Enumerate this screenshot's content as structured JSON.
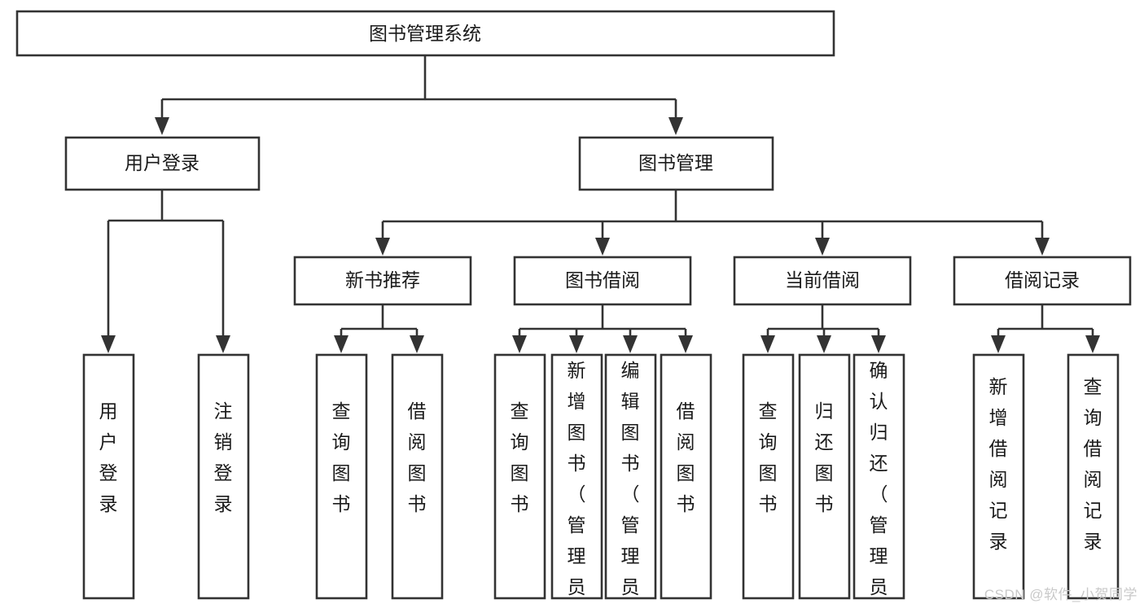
{
  "diagram": {
    "title": "图书管理系统",
    "type": "tree",
    "orientation": "top-down",
    "watermark": "CSDN @软件_小贺同学",
    "colors": {
      "background": "#ffffff",
      "stroke": "#333333",
      "box_fill": "#ffffff",
      "text": "#1a1a1a",
      "watermark": "#c9c9c9"
    },
    "nodes": {
      "root": {
        "label": "图书管理系统",
        "level": 1,
        "orientation": "horizontal"
      },
      "level2": [
        {
          "id": "user-login",
          "label": "用户登录",
          "orientation": "horizontal"
        },
        {
          "id": "book-manage",
          "label": "图书管理",
          "orientation": "horizontal"
        }
      ],
      "level3": [
        {
          "id": "new-book-rec",
          "label": "新书推荐",
          "orientation": "horizontal"
        },
        {
          "id": "book-borrow",
          "label": "图书借阅",
          "orientation": "horizontal"
        },
        {
          "id": "current-borrow",
          "label": "当前借阅",
          "orientation": "horizontal"
        },
        {
          "id": "borrow-record",
          "label": "借阅记录",
          "orientation": "horizontal"
        }
      ],
      "leaves": [
        {
          "id": "leaf-user-login",
          "label": "用户登录",
          "parent": "user-login",
          "orientation": "vertical"
        },
        {
          "id": "leaf-logout-login",
          "label": "注销登录",
          "parent": "user-login",
          "orientation": "vertical"
        },
        {
          "id": "leaf-query-book-1",
          "label": "查询图书",
          "parent": "new-book-rec",
          "orientation": "vertical"
        },
        {
          "id": "leaf-borrow-book-1",
          "label": "借阅图书",
          "parent": "new-book-rec",
          "orientation": "vertical"
        },
        {
          "id": "leaf-query-book-2",
          "label": "查询图书",
          "parent": "book-borrow",
          "orientation": "vertical"
        },
        {
          "id": "leaf-add-book",
          "label": "新增图书（管理员）",
          "parent": "book-borrow",
          "orientation": "vertical"
        },
        {
          "id": "leaf-edit-book",
          "label": "编辑图书（管理员）",
          "parent": "book-borrow",
          "orientation": "vertical"
        },
        {
          "id": "leaf-borrow-book-2",
          "label": "借阅图书",
          "parent": "book-borrow",
          "orientation": "vertical"
        },
        {
          "id": "leaf-query-book-3",
          "label": "查询图书",
          "parent": "current-borrow",
          "orientation": "vertical"
        },
        {
          "id": "leaf-return-book",
          "label": "归还图书",
          "parent": "current-borrow",
          "orientation": "vertical"
        },
        {
          "id": "leaf-confirm-return",
          "label": "确认归还（管理员）",
          "parent": "current-borrow",
          "orientation": "vertical"
        },
        {
          "id": "leaf-add-record",
          "label": "新增借阅记录",
          "parent": "borrow-record",
          "orientation": "vertical"
        },
        {
          "id": "leaf-query-record",
          "label": "查询借阅记录",
          "parent": "borrow-record",
          "orientation": "vertical"
        }
      ]
    }
  }
}
